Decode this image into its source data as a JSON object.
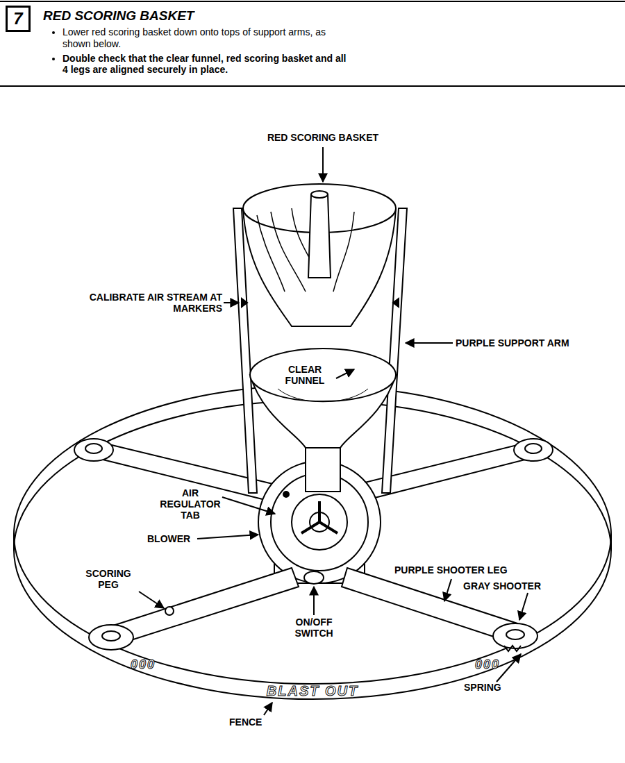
{
  "diagram": {
    "title": "RED SCORING BASKET",
    "nodes": [
      {
        "text": [
          "7"
        ]
      }
    ],
    "labels": [
      "Lower red scoring basket down onto tops of support arms, as shown below.",
      "Double check that the clear funnel, red scoring basket and all 4 legs are aligned securely in place.",
      "RED SCORING BASKET",
      "CALIBRATE AIR STREAM AT MARKERS",
      "PURPLE SUPPORT ARM",
      "CLEAR FUNNEL",
      "AIR REGULATOR TAB",
      "BLOWER",
      "PURPLE SHOOTER LEG",
      "SCORING PEG",
      "GRAY SHOOTER",
      "ON/OFF SWITCH",
      "SPRING",
      "FENCE",
      "000",
      "BLAST OUT",
      "000"
    ]
  }
}
